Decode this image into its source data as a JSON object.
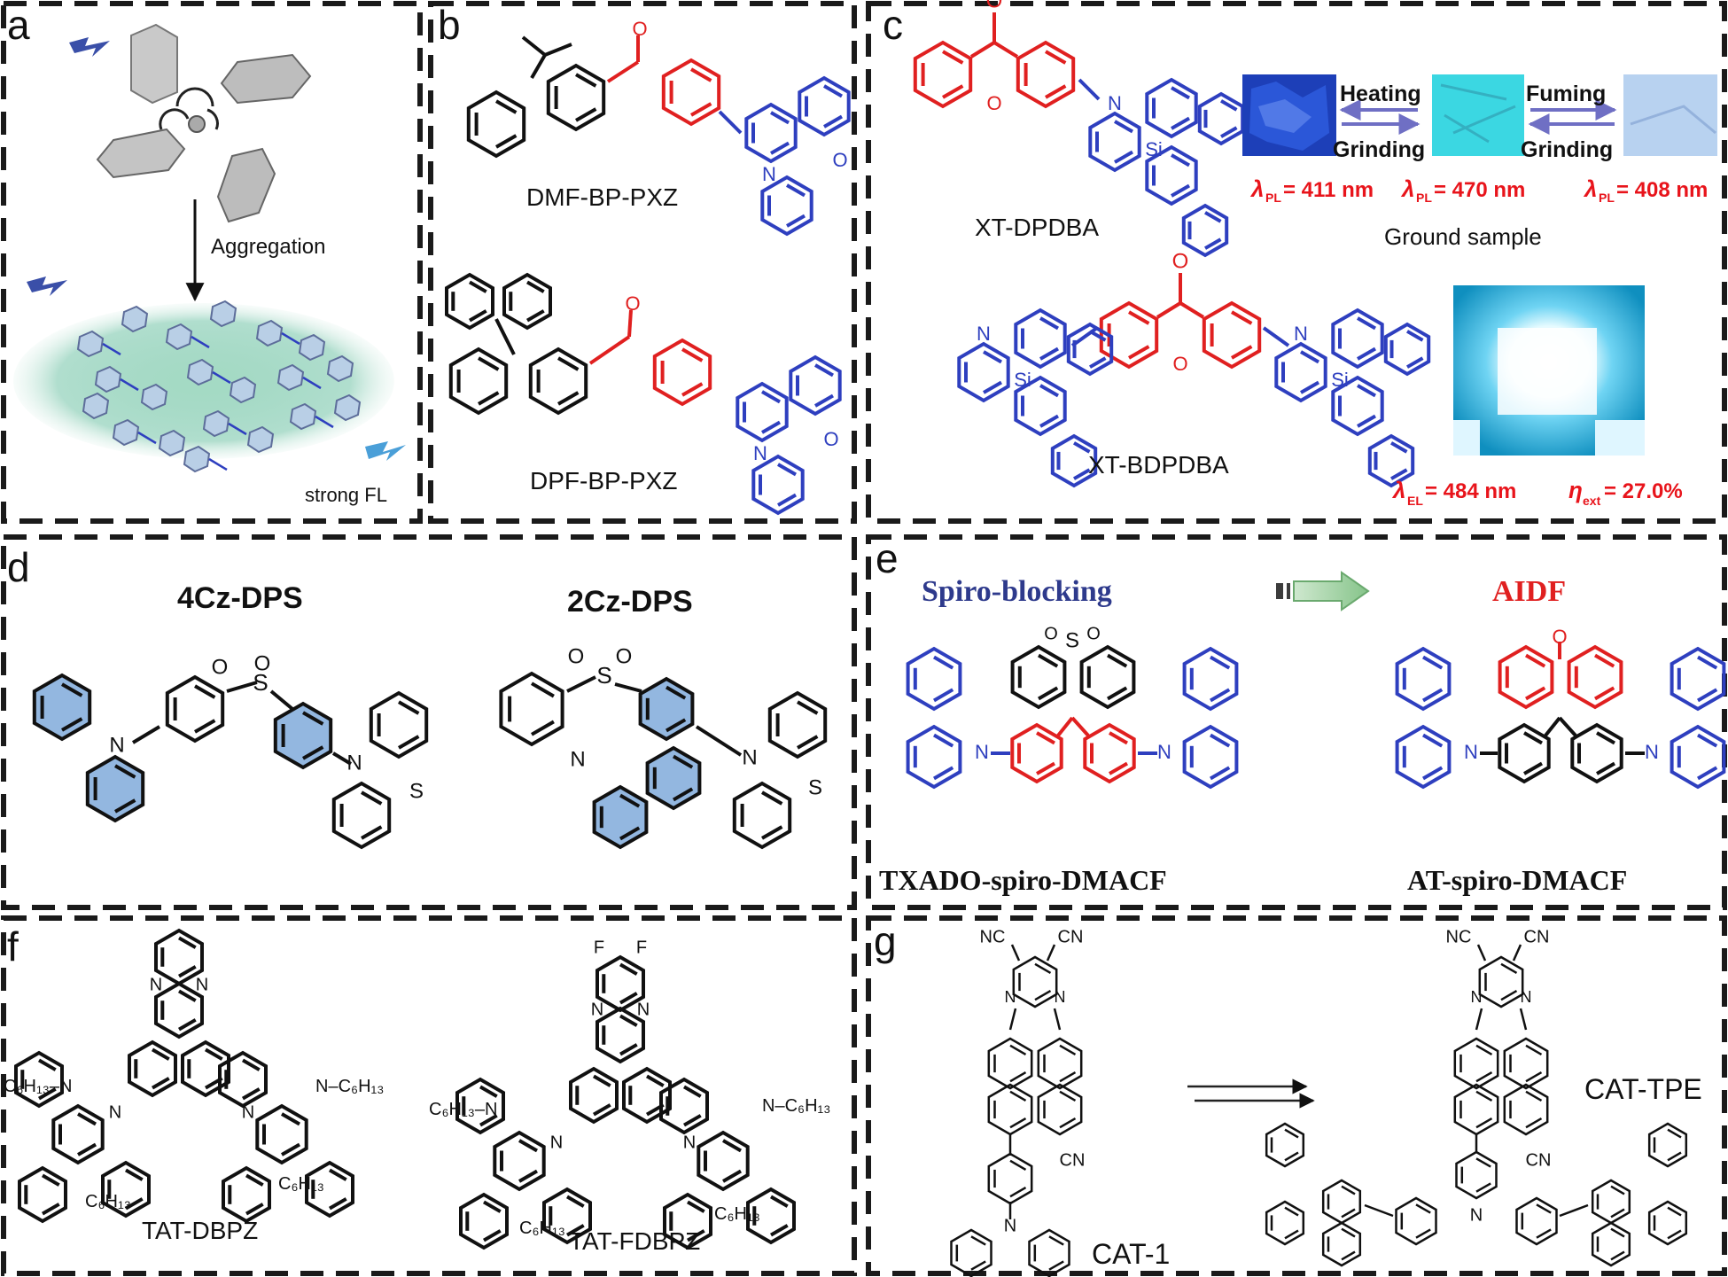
{
  "panels": {
    "a": {
      "letter": "a",
      "arrow_label": "Aggregation",
      "fl_label": "strong FL"
    },
    "b": {
      "letter": "b",
      "mol1": "DMF-BP-PXZ",
      "mol2": "DPF-BP-PXZ"
    },
    "c": {
      "letter": "c",
      "mol1": "XT-DPDBA",
      "mol2": "XT-BDPDBA",
      "heating": "Heating",
      "grinding1": "Grinding",
      "fuming": "Fuming",
      "grinding2": "Grinding",
      "pl1": "= 411 nm",
      "pl2": "= 470 nm",
      "pl3": "= 408 nm",
      "pl_symbol": "λ",
      "pl_sub": "PL",
      "ground_sample": "Ground sample",
      "el_symbol": "λ",
      "el_sub": "EL",
      "el_value": "= 484 nm",
      "eta_symbol": "η",
      "eta_sub": "ext",
      "eta_value": "= 27.0%"
    },
    "d": {
      "letter": "d",
      "mol1": "4Cz-DPS",
      "mol2": "2Cz-DPS"
    },
    "e": {
      "letter": "e",
      "label_left": "Spiro-blocking",
      "label_right": "AIDF",
      "mol1": "TXADO-spiro-DMACF",
      "mol2": "AT-spiro-DMACF"
    },
    "f": {
      "letter": "f",
      "mol1": "TAT-DBPZ",
      "mol2": "TAT-FDBPZ"
    },
    "g": {
      "letter": "g",
      "mol1": "CAT-1",
      "mol2": "CAT-TPE"
    }
  },
  "colors": {
    "donor": "#2e3fbf",
    "acceptor": "#e02020",
    "frame": "#1a1a1a"
  }
}
